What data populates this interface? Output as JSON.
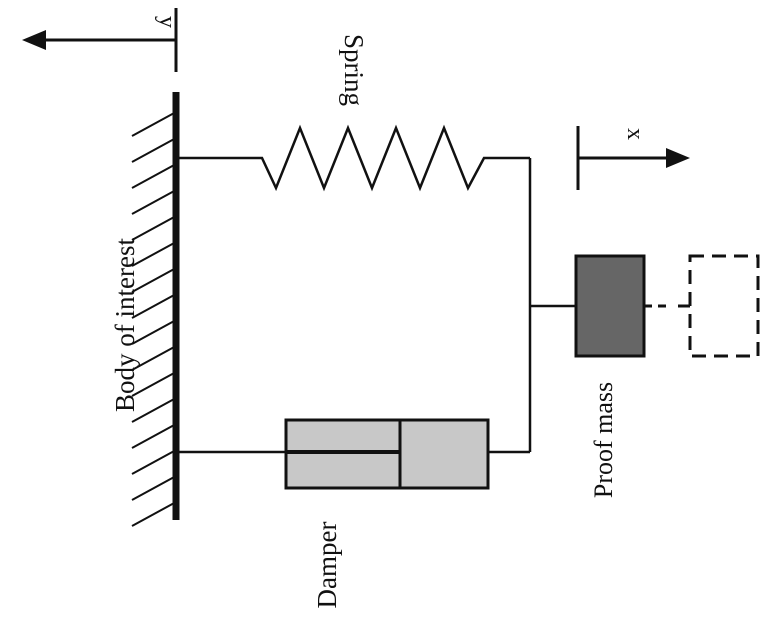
{
  "labels": {
    "y_axis": "y",
    "spring": "Spring",
    "x_axis": "x",
    "body": "Body of interest",
    "proof_mass": "Proof mass",
    "damper": "Damper"
  },
  "colors": {
    "line": "#111111",
    "proof_mass_fill": "#666666",
    "damper_fill": "#c8c8c8",
    "background": "#ffffff"
  }
}
